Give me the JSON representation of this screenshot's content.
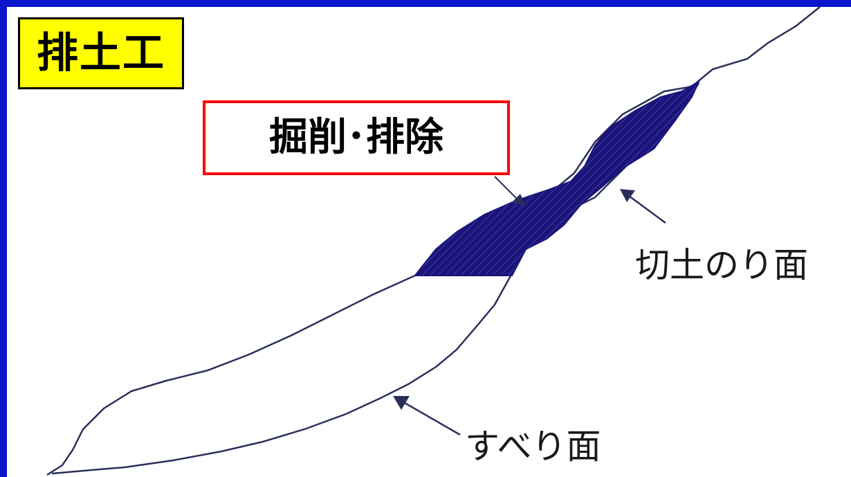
{
  "title": "排土工",
  "callout": "掘削･排除",
  "labels": {
    "cut_slope": "切土のり面",
    "slip_surface": "すべり面"
  },
  "colors": {
    "frame": "#0a14cc",
    "background": "#ffffff",
    "title_fill": "#ffff00",
    "callout_border": "#ff0000",
    "excavation_fill": "#1c1478",
    "line": "#2a2f5a"
  }
}
